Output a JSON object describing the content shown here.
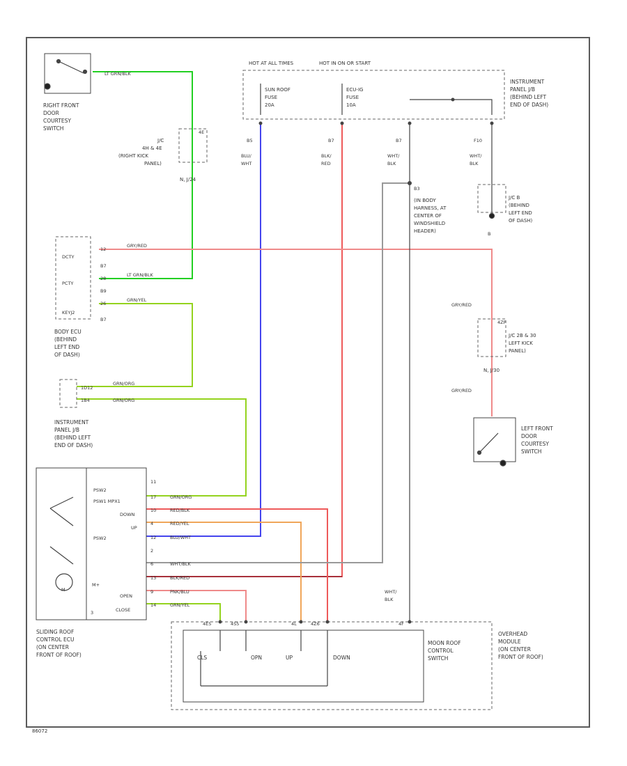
{
  "colors": {
    "frame": "#5a5a5a",
    "line": "#444444",
    "dash": "#666666",
    "green": "#22d022",
    "ygreen": "#94d31e",
    "blue": "#4444ee",
    "red": "#ee5a5a",
    "pink": "#ef8a8a",
    "orange": "#f0a65a",
    "gray": "#999999",
    "darkred": "#a8303a"
  },
  "figure_id": "86072",
  "fuses": {
    "hot_at_label": "HOT AT ALL TIMES",
    "hot_in_on_label": "HOT IN ON OR START",
    "sunroof_fuse": [
      "SUN ROOF",
      "FUSE",
      "20A"
    ],
    "ecu_ig_fuse": [
      "ECU-IG",
      "FUSE",
      "10A"
    ],
    "pin_left": "B5",
    "pin_right": "B7"
  },
  "ip_jb_top": {
    "title": [
      "INSTRUMENT",
      "PANEL J/B",
      "(BEHIND LEFT",
      "END OF DASH)"
    ],
    "pin_b7": "B7",
    "pin_f10": "F10"
  },
  "wire_colors_top": {
    "blu_wht": [
      "BLU/",
      "WHT"
    ],
    "blk_red": [
      "BLK/",
      "RED"
    ],
    "wht_blk_1": [
      "WHT/",
      "BLK"
    ],
    "wht_blk_2": [
      "WHT/",
      "BLK"
    ]
  },
  "right_door_switch": {
    "title": [
      "RIGHT FRONT",
      "DOOR",
      "COURTESY",
      "SWITCH"
    ],
    "wire": "LT GRN/BLK"
  },
  "jc_right_kick": {
    "pin": "4E",
    "title": [
      "J/C",
      "4H & 4E",
      "(RIGHT KICK",
      "PANEL)"
    ],
    "note": "N, J/24"
  },
  "b3_ground": {
    "id": "B3",
    "title": [
      "(IN BODY",
      "HARNESS, AT",
      "CENTER OF",
      "WINDSHIELD",
      "HEADER)"
    ]
  },
  "jc_b": {
    "title": [
      "J/C B",
      "(BEHIND",
      "LEFT END",
      "OF DASH)"
    ],
    "note": "B"
  },
  "body_ecu": {
    "rows": [
      "DCTY",
      "PCTY",
      "KEYJ2"
    ],
    "pins_left": [
      "12",
      "28",
      "26"
    ],
    "pins_right": [
      "B7",
      "B9",
      "B7"
    ],
    "wires": [
      "GRY/RED",
      "LT GRN/BLK",
      "GRN/YEL"
    ],
    "title": [
      "BODY ECU",
      "(BEHIND",
      "LEFT END",
      "OF DASH)"
    ]
  },
  "ip_jb_mid": {
    "pins": [
      "1D12",
      "1B4"
    ],
    "wires": [
      "GRN/ORG",
      "GRN/ORG"
    ],
    "title": [
      "INSTRUMENT",
      "PANEL J/B",
      "(BEHIND LEFT",
      "END OF DASH)"
    ]
  },
  "jc_left_kick": {
    "pin": "4ZP",
    "title": [
      "J/C 2B & 30",
      "LEFT KICK",
      "PANEL)"
    ],
    "note": "N, J/30",
    "wire_top": "GRY/RED",
    "wire_bottom": "GRY/RED"
  },
  "left_door_switch": {
    "title": [
      "LEFT FRONT",
      "DOOR",
      "COURTESY",
      "SWITCH"
    ]
  },
  "sliding_roof_ecu": {
    "internal": [
      "PSW2",
      "PSW1 MPX1",
      "PSW2",
      "M",
      "M+"
    ],
    "pins": [
      "DOWN",
      "UP",
      "OPEN",
      "CLOSE"
    ],
    "pin_numbers": [
      "11",
      "17",
      "10",
      "4",
      "12",
      "2",
      "6",
      "13",
      "9",
      "14",
      "3"
    ],
    "wires": [
      "GRN/ORG",
      "RED/BLK",
      "RED/YEL",
      "BLU/WHT",
      "WHT/BLK",
      "BLK/RED",
      "PNK/BLU",
      "GRN/YEL"
    ],
    "title": [
      "SLIDING ROOF",
      "CONTROL ECU",
      "(ON CENTER",
      "FRONT OF ROOF)"
    ]
  },
  "moon_switch": {
    "labels": [
      "CLS",
      "OPN",
      "UP",
      "DOWN"
    ],
    "pins": [
      "4E5",
      "4S5",
      "4L",
      "4Z6",
      "4F"
    ],
    "wire": [
      "WHT/",
      "BLK"
    ],
    "title": [
      "MOON ROOF",
      "CONTROL",
      "SWITCH"
    ]
  },
  "overhead_module": {
    "title": [
      "OVERHEAD",
      "MODULE",
      "(ON CENTER",
      "FRONT OF ROOF)"
    ]
  }
}
